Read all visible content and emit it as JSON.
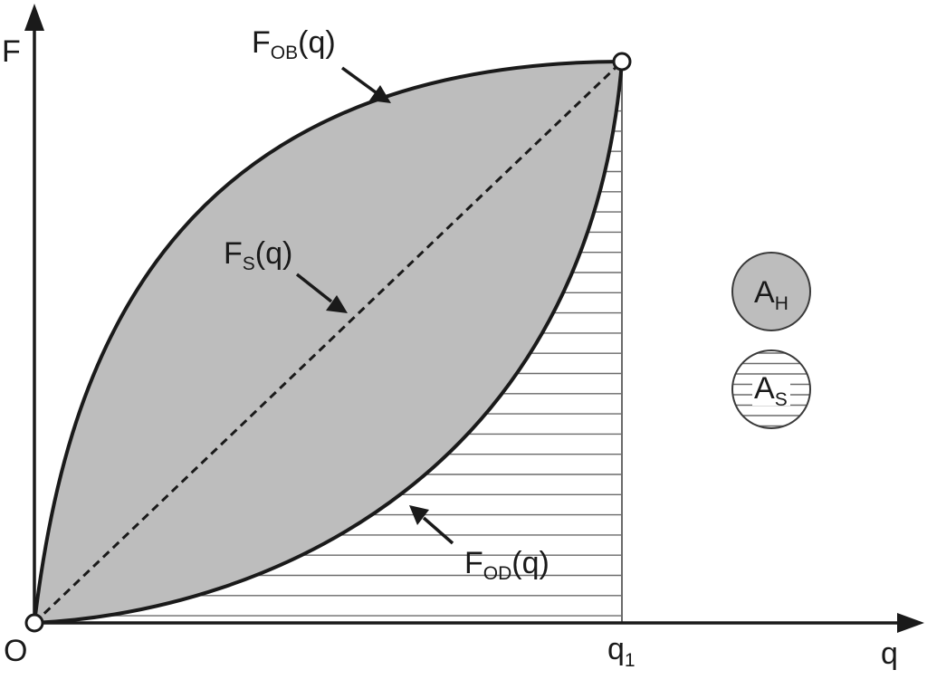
{
  "axes": {
    "y_label": "F",
    "x_label": "q",
    "origin_label": "O",
    "q1_main": "q",
    "q1_sub": "1"
  },
  "curves": {
    "ob": {
      "main": "F",
      "sub": "OB",
      "arg": "(q)"
    },
    "s": {
      "main": "F",
      "sub": "S",
      "arg": "(q)"
    },
    "od": {
      "main": "F",
      "sub": "OD",
      "arg": "(q)"
    }
  },
  "legend": {
    "hatched_area": {
      "main": "A",
      "sub": "H"
    },
    "striped_area": {
      "main": "A",
      "sub": "S"
    }
  },
  "colors": {
    "shade": "#bdbdbd",
    "line": "#1a1a1a",
    "hatch": "#6a6a6a"
  }
}
